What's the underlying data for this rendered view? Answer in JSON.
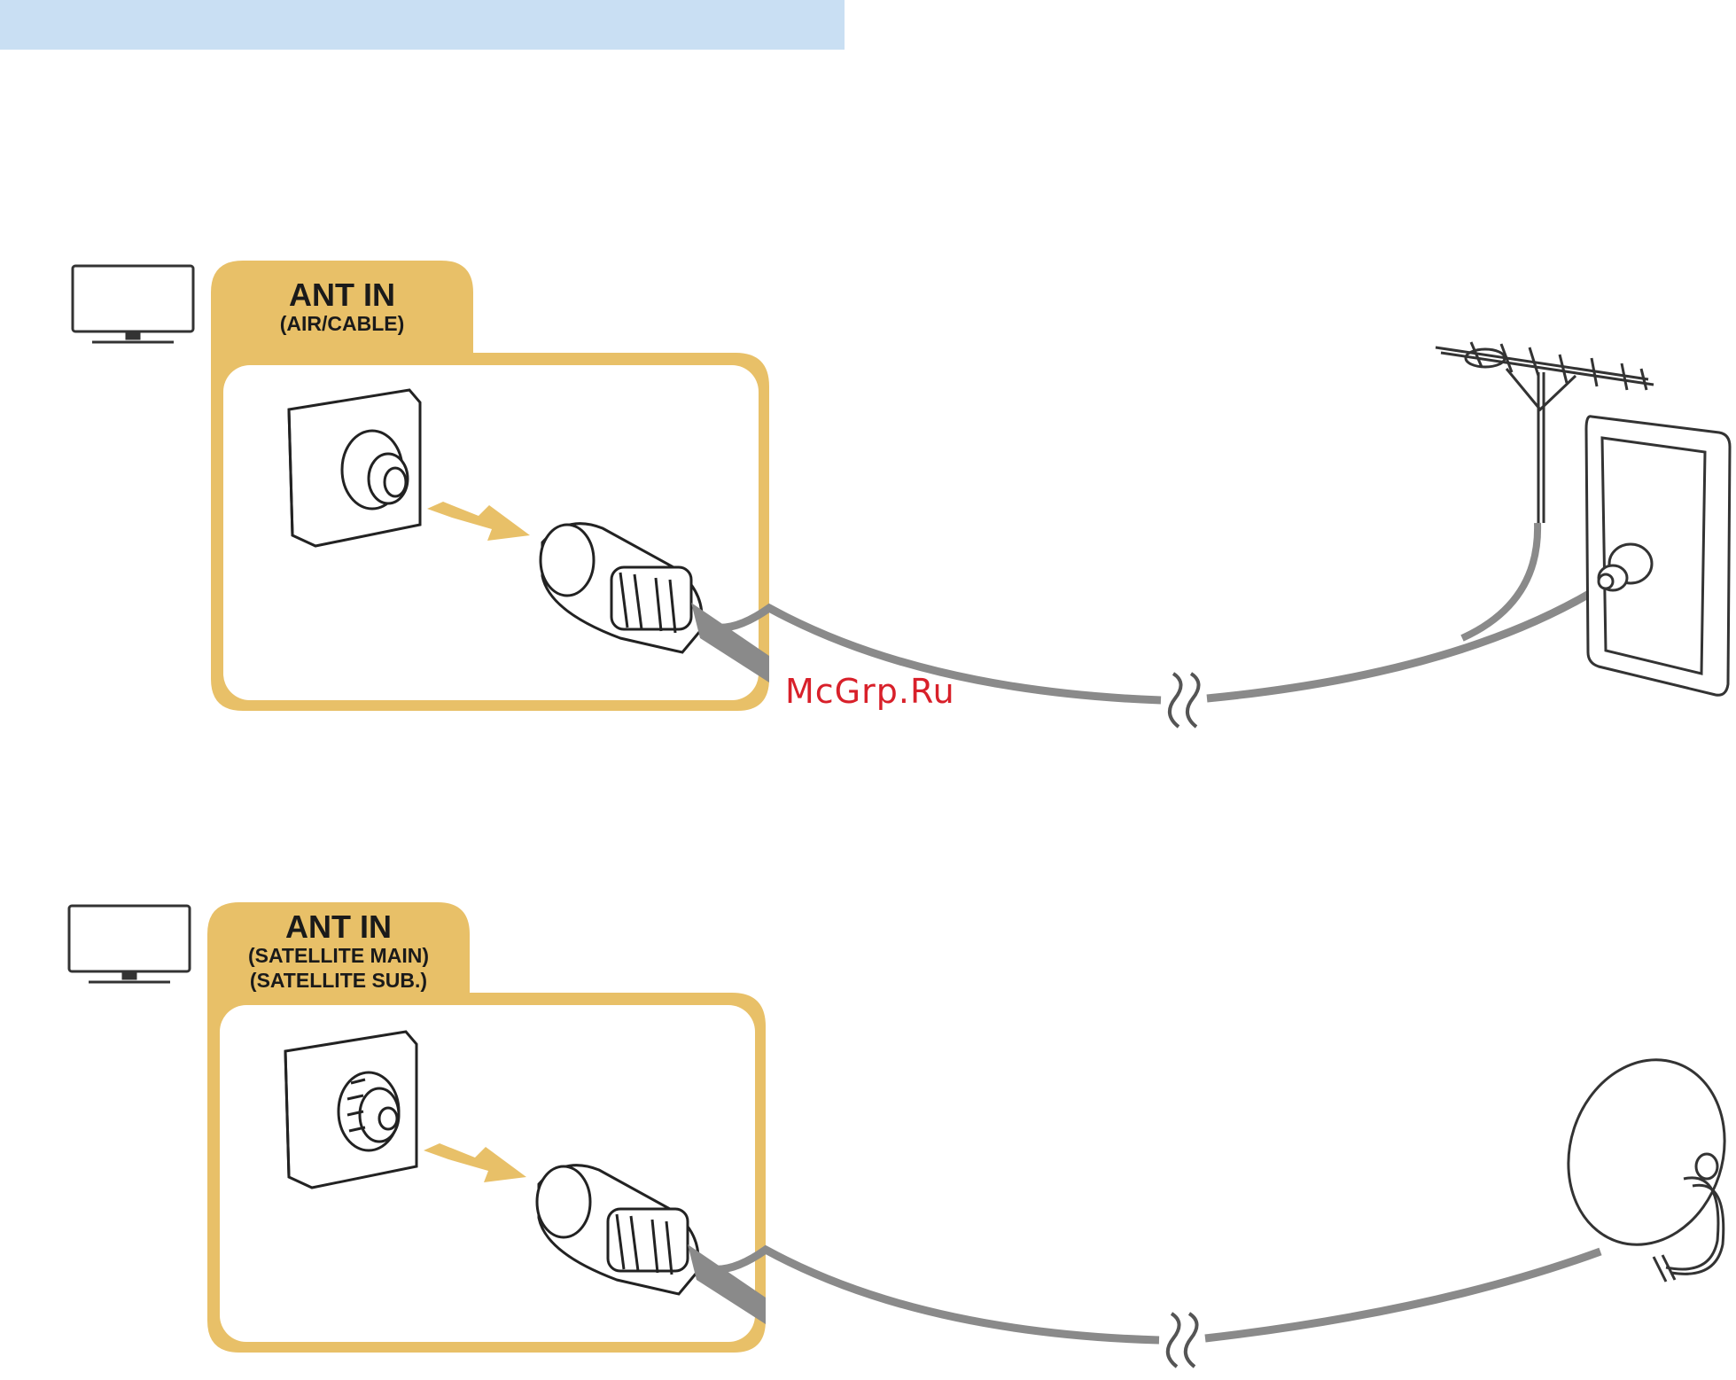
{
  "diagram_1": {
    "port_title": "ANT IN",
    "port_subtitles": [
      "(AIR/CABLE)"
    ]
  },
  "diagram_2": {
    "port_title": "ANT IN",
    "port_subtitles": [
      "(SATELLITE MAIN)",
      "(SATELLITE SUB.)"
    ]
  },
  "watermark": "McGrp.Ru",
  "icons": [
    "tv-icon",
    "coaxial-port-icon",
    "f-connector-port-icon",
    "plug-connector-icon",
    "insert-arrow-icon",
    "antenna-icon",
    "wall-jack-icon",
    "cable-break-icon",
    "satellite-dish-icon"
  ],
  "colors": {
    "header_band": "#c9dff3",
    "panel_yellow": "#e8c068",
    "cable_gray": "#8a8a8a",
    "watermark_red": "#d8202a"
  }
}
